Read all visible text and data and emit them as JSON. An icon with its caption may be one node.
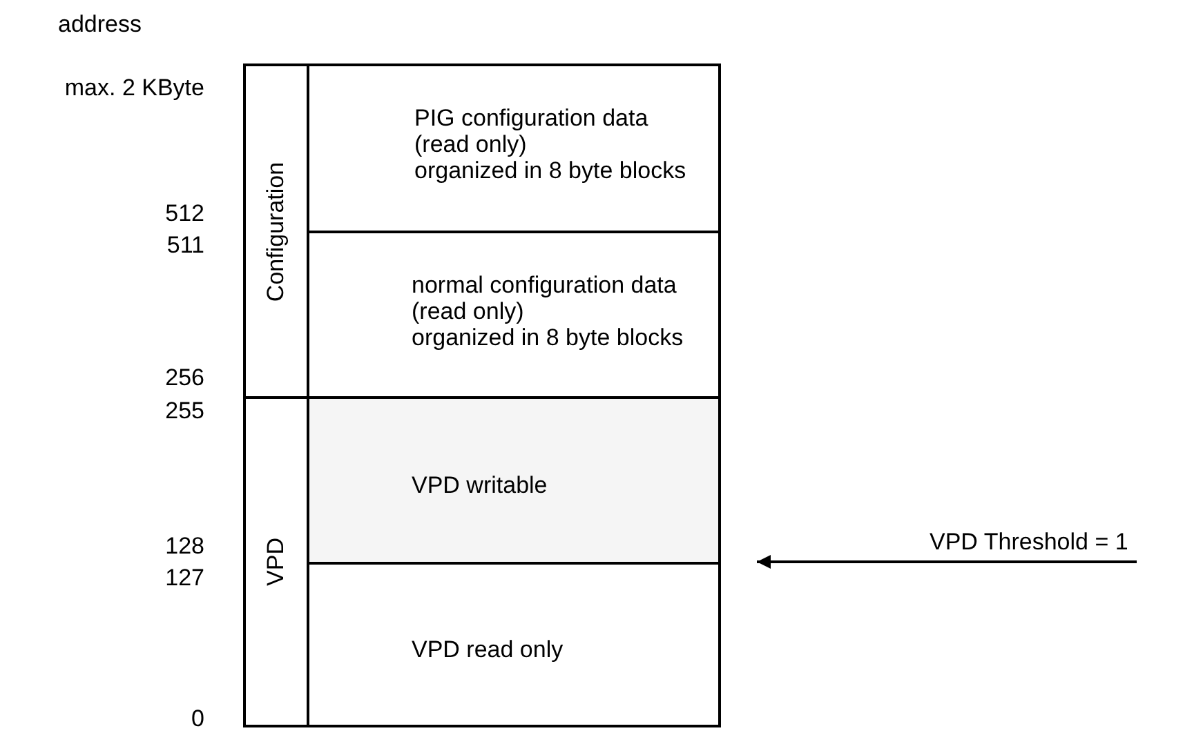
{
  "diagram": {
    "nodes": [
      {
        "text": [
          "Configuration"
        ]
      },
      {
        "text": [
          "PIG configuration data (read only) organized in 8 byte blocks"
        ]
      },
      {
        "text": [
          "normal configuration data (read only) organized in 8 byte blocks"
        ]
      },
      {
        "text": [
          "VPD"
        ]
      },
      {
        "text": [
          "VPD writable"
        ]
      },
      {
        "text": [
          "VPD read only"
        ]
      },
      {
        "text": [
          "VPD Threshold = 1"
        ]
      }
    ],
    "edges": [
      {
        "from": 6,
        "to": 5,
        "arrow": "to"
      }
    ],
    "labels": [
      "address",
      "max. 2 KByte",
      "512",
      "511",
      "256",
      "255",
      "128",
      "127",
      "0"
    ]
  }
}
